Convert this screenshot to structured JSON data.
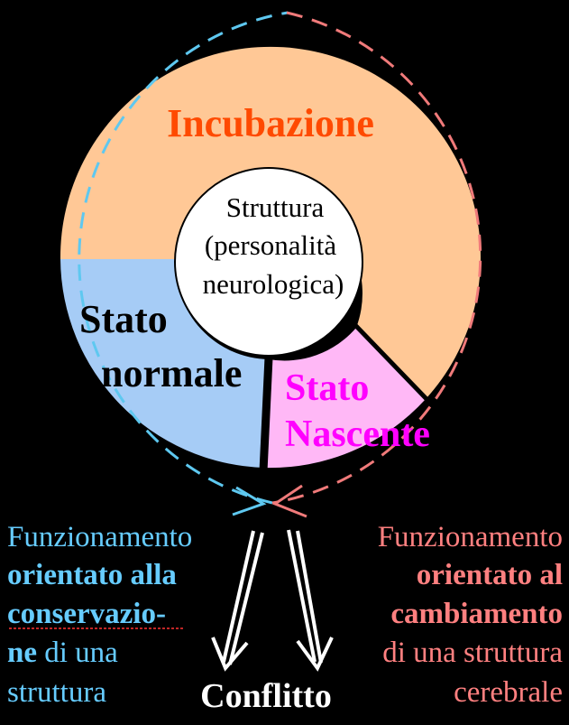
{
  "colors": {
    "background": "#000000",
    "incubazione_fill": "#FFC896",
    "incubazione_text": "#FF4A00",
    "normale_fill": "#A6CCF6",
    "normale_text": "#000000",
    "nascente_fill": "#FFB8F6",
    "nascente_text": "#FF00FF",
    "center_fill": "#FFFFFF",
    "left_dash": "#5EC8F0",
    "right_dash": "#F07A7A",
    "left_text": "#66CCFF",
    "right_text": "#FF8080",
    "arrow": "#FFFFFF",
    "conflict_text": "#FFFFFF"
  },
  "center": {
    "line1": "Struttura",
    "line2": "(personalità",
    "line3": "neurologica)"
  },
  "segments": {
    "incubazione": "Incubazione",
    "normale_line1": "Stato",
    "normale_line2": "normale",
    "nascente_line1": "Stato",
    "nascente_line2": "Nascente"
  },
  "left_text": {
    "line1": "Funzionamento",
    "line2": "orientato alla",
    "line3": "conservazio-",
    "line4_bold": "ne",
    "line4_rest": " di una",
    "line5": "struttura"
  },
  "right_text": {
    "line1": "Funzionamento",
    "line2": "orientato al",
    "line3": "cambiamento",
    "line4": "di una struttura",
    "line5": "cerebrale"
  },
  "conflict": "Conflitto"
}
